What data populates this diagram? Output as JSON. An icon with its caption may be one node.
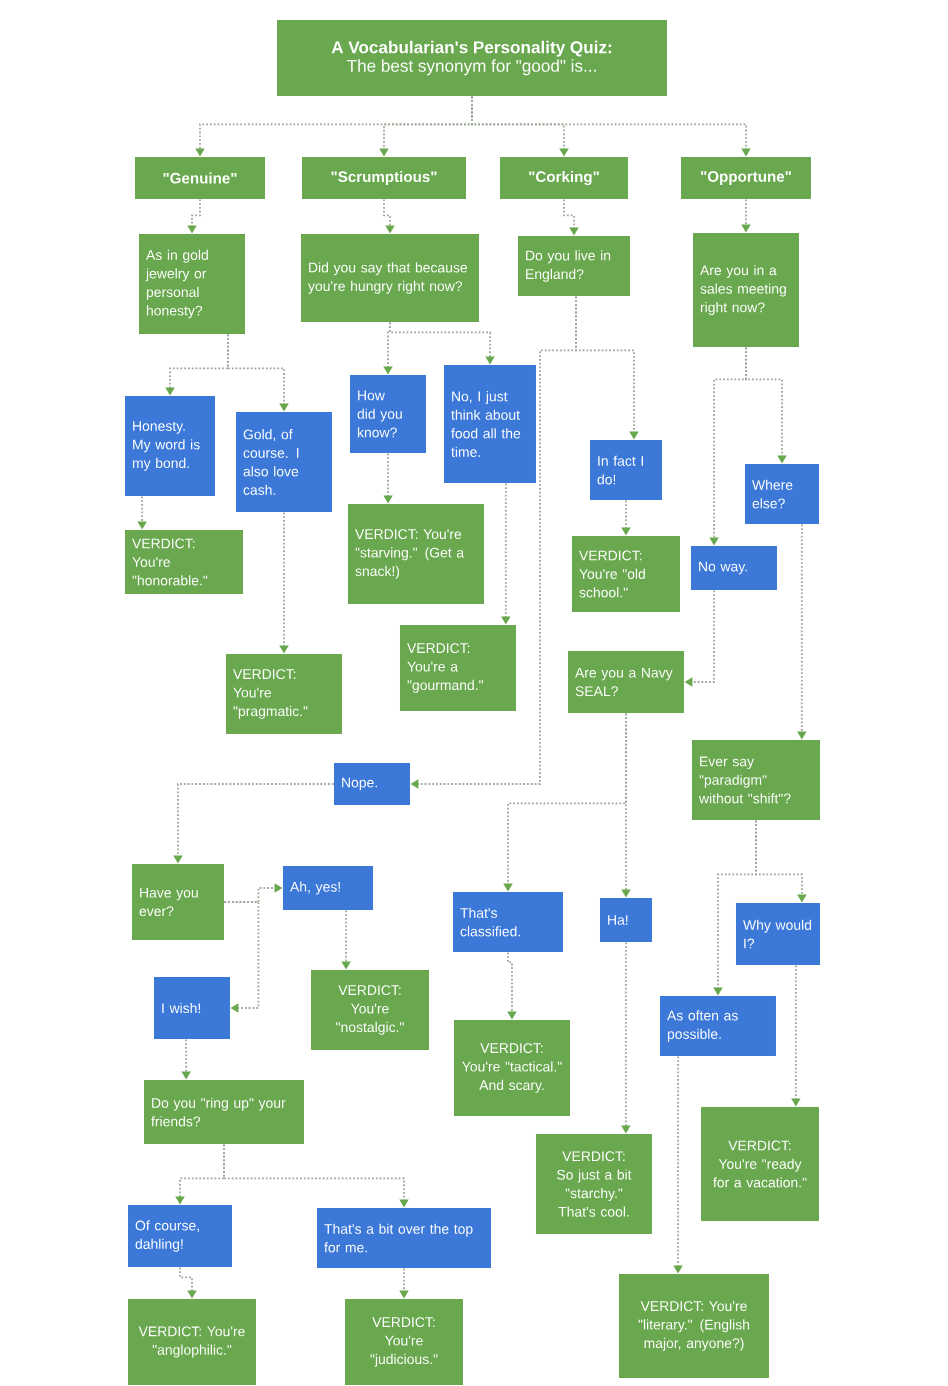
{
  "diagram": {
    "nodes": [
      {
        "text": [
          "A Vocabularian's Personality Quiz:",
          "The best synonym for \"good\" is..."
        ]
      },
      {
        "text": [
          "\"Genuine\""
        ]
      },
      {
        "text": [
          "\"Scrumptious\""
        ]
      },
      {
        "text": [
          "\"Corking\""
        ]
      },
      {
        "text": [
          "\"Opportune\""
        ]
      },
      {
        "text": [
          "As in gold jewelry or personal honesty?"
        ]
      },
      {
        "text": [
          "Did you say that because you're hungry right now?"
        ]
      },
      {
        "text": [
          "Do you live in England?"
        ]
      },
      {
        "text": [
          "Are you in a sales meeting right now?"
        ]
      },
      {
        "text": [
          "Honesty. My word is my bond."
        ]
      },
      {
        "text": [
          "Gold, of course. I also love cash."
        ]
      },
      {
        "text": [
          "How did you know?"
        ]
      },
      {
        "text": [
          "No, I just think about food all the time."
        ]
      },
      {
        "text": [
          "VERDICT: You're \"honorable.\""
        ]
      },
      {
        "text": [
          "VERDICT: You're \"starving.\" (Get a snack!)"
        ]
      },
      {
        "text": [
          "In fact I do!"
        ]
      },
      {
        "text": [
          "Where else?"
        ]
      },
      {
        "text": [
          "VERDICT: You're \"pragmatic.\""
        ]
      },
      {
        "text": [
          "VERDICT: You're a \"gourmand.\""
        ]
      },
      {
        "text": [
          "VERDICT: You're \"old school.\""
        ]
      },
      {
        "text": [
          "No way."
        ]
      },
      {
        "text": [
          "Are you a Navy SEAL?"
        ]
      },
      {
        "text": [
          "Ever say \"paradigm\" without \"shift\"?"
        ]
      },
      {
        "text": [
          "Nope."
        ]
      },
      {
        "text": [
          "Have you ever?"
        ]
      },
      {
        "text": [
          "Ah, yes!"
        ]
      },
      {
        "text": [
          "That's classified."
        ]
      },
      {
        "text": [
          "Ha!"
        ]
      },
      {
        "text": [
          "Why would I?"
        ]
      },
      {
        "text": [
          "I wish!"
        ]
      },
      {
        "text": [
          "VERDICT: You're \"nostalgic.\""
        ]
      },
      {
        "text": [
          "As often as possible."
        ]
      },
      {
        "text": [
          "VERDICT: You're \"tactical.\" And scary."
        ]
      },
      {
        "text": [
          "Do you \"ring up\" your friends?"
        ]
      },
      {
        "text": [
          "VERDICT: So just a bit \"starchy.\" That's cool."
        ]
      },
      {
        "text": [
          "VERDICT: You're \"ready for a vacation.\""
        ]
      },
      {
        "text": [
          "Of course, dahling!"
        ]
      },
      {
        "text": [
          "That's a bit over the top for me."
        ]
      },
      {
        "text": [
          "VERDICT: You're \"literary.\" (English major, anyone?)"
        ]
      },
      {
        "text": [
          "VERDICT: You're \"anglophilic.\""
        ]
      },
      {
        "text": [
          "VERDICT: You're \"judicious.\""
        ]
      }
    ],
    "edges": [
      {
        "from": 0,
        "to": 1,
        "arrow": "to"
      },
      {
        "from": 0,
        "to": 2,
        "arrow": "to"
      },
      {
        "from": 0,
        "to": 3,
        "arrow": "to"
      },
      {
        "from": 0,
        "to": 4,
        "arrow": "to"
      },
      {
        "from": 1,
        "to": 5,
        "arrow": "to"
      },
      {
        "from": 2,
        "to": 6,
        "arrow": "to"
      },
      {
        "from": 3,
        "to": 7,
        "arrow": "to"
      },
      {
        "from": 4,
        "to": 8,
        "arrow": "to"
      },
      {
        "from": 5,
        "to": 9,
        "arrow": "to"
      },
      {
        "from": 5,
        "to": 10,
        "arrow": "to"
      },
      {
        "from": 6,
        "to": 11,
        "arrow": "to"
      },
      {
        "from": 6,
        "to": 12,
        "arrow": "to"
      },
      {
        "from": 9,
        "to": 13,
        "arrow": "to"
      },
      {
        "from": 10,
        "to": 17,
        "arrow": "to"
      },
      {
        "from": 11,
        "to": 14,
        "arrow": "to"
      },
      {
        "from": 12,
        "to": 18,
        "arrow": "to"
      },
      {
        "from": 7,
        "to": 15,
        "arrow": "to"
      },
      {
        "from": 7,
        "to": 23,
        "arrow": "to"
      },
      {
        "from": 8,
        "to": 20,
        "arrow": "to"
      },
      {
        "from": 8,
        "to": 16,
        "arrow": "to"
      },
      {
        "from": 15,
        "to": 19,
        "arrow": "to"
      },
      {
        "from": 20,
        "to": 21,
        "arrow": "to"
      },
      {
        "from": 16,
        "to": 22,
        "arrow": "to"
      },
      {
        "from": 21,
        "to": 26,
        "arrow": "to"
      },
      {
        "from": 21,
        "to": 27,
        "arrow": "to"
      },
      {
        "from": 22,
        "to": 31,
        "arrow": "to"
      },
      {
        "from": 22,
        "to": 28,
        "arrow": "to"
      },
      {
        "from": 23,
        "to": 24,
        "arrow": "to"
      },
      {
        "from": 24,
        "to": 25,
        "arrow": "to"
      },
      {
        "from": 24,
        "to": 29,
        "arrow": "to"
      },
      {
        "from": 25,
        "to": 30,
        "arrow": "to"
      },
      {
        "from": 26,
        "to": 32,
        "arrow": "to"
      },
      {
        "from": 27,
        "to": 34,
        "arrow": "to"
      },
      {
        "from": 31,
        "to": 38,
        "arrow": "to"
      },
      {
        "from": 28,
        "to": 35,
        "arrow": "to"
      },
      {
        "from": 29,
        "to": 33,
        "arrow": "to"
      },
      {
        "from": 33,
        "to": 36,
        "arrow": "to"
      },
      {
        "from": 33,
        "to": 37,
        "arrow": "to"
      },
      {
        "from": 36,
        "to": 39,
        "arrow": "to"
      },
      {
        "from": 37,
        "to": 40,
        "arrow": "to"
      }
    ]
  }
}
